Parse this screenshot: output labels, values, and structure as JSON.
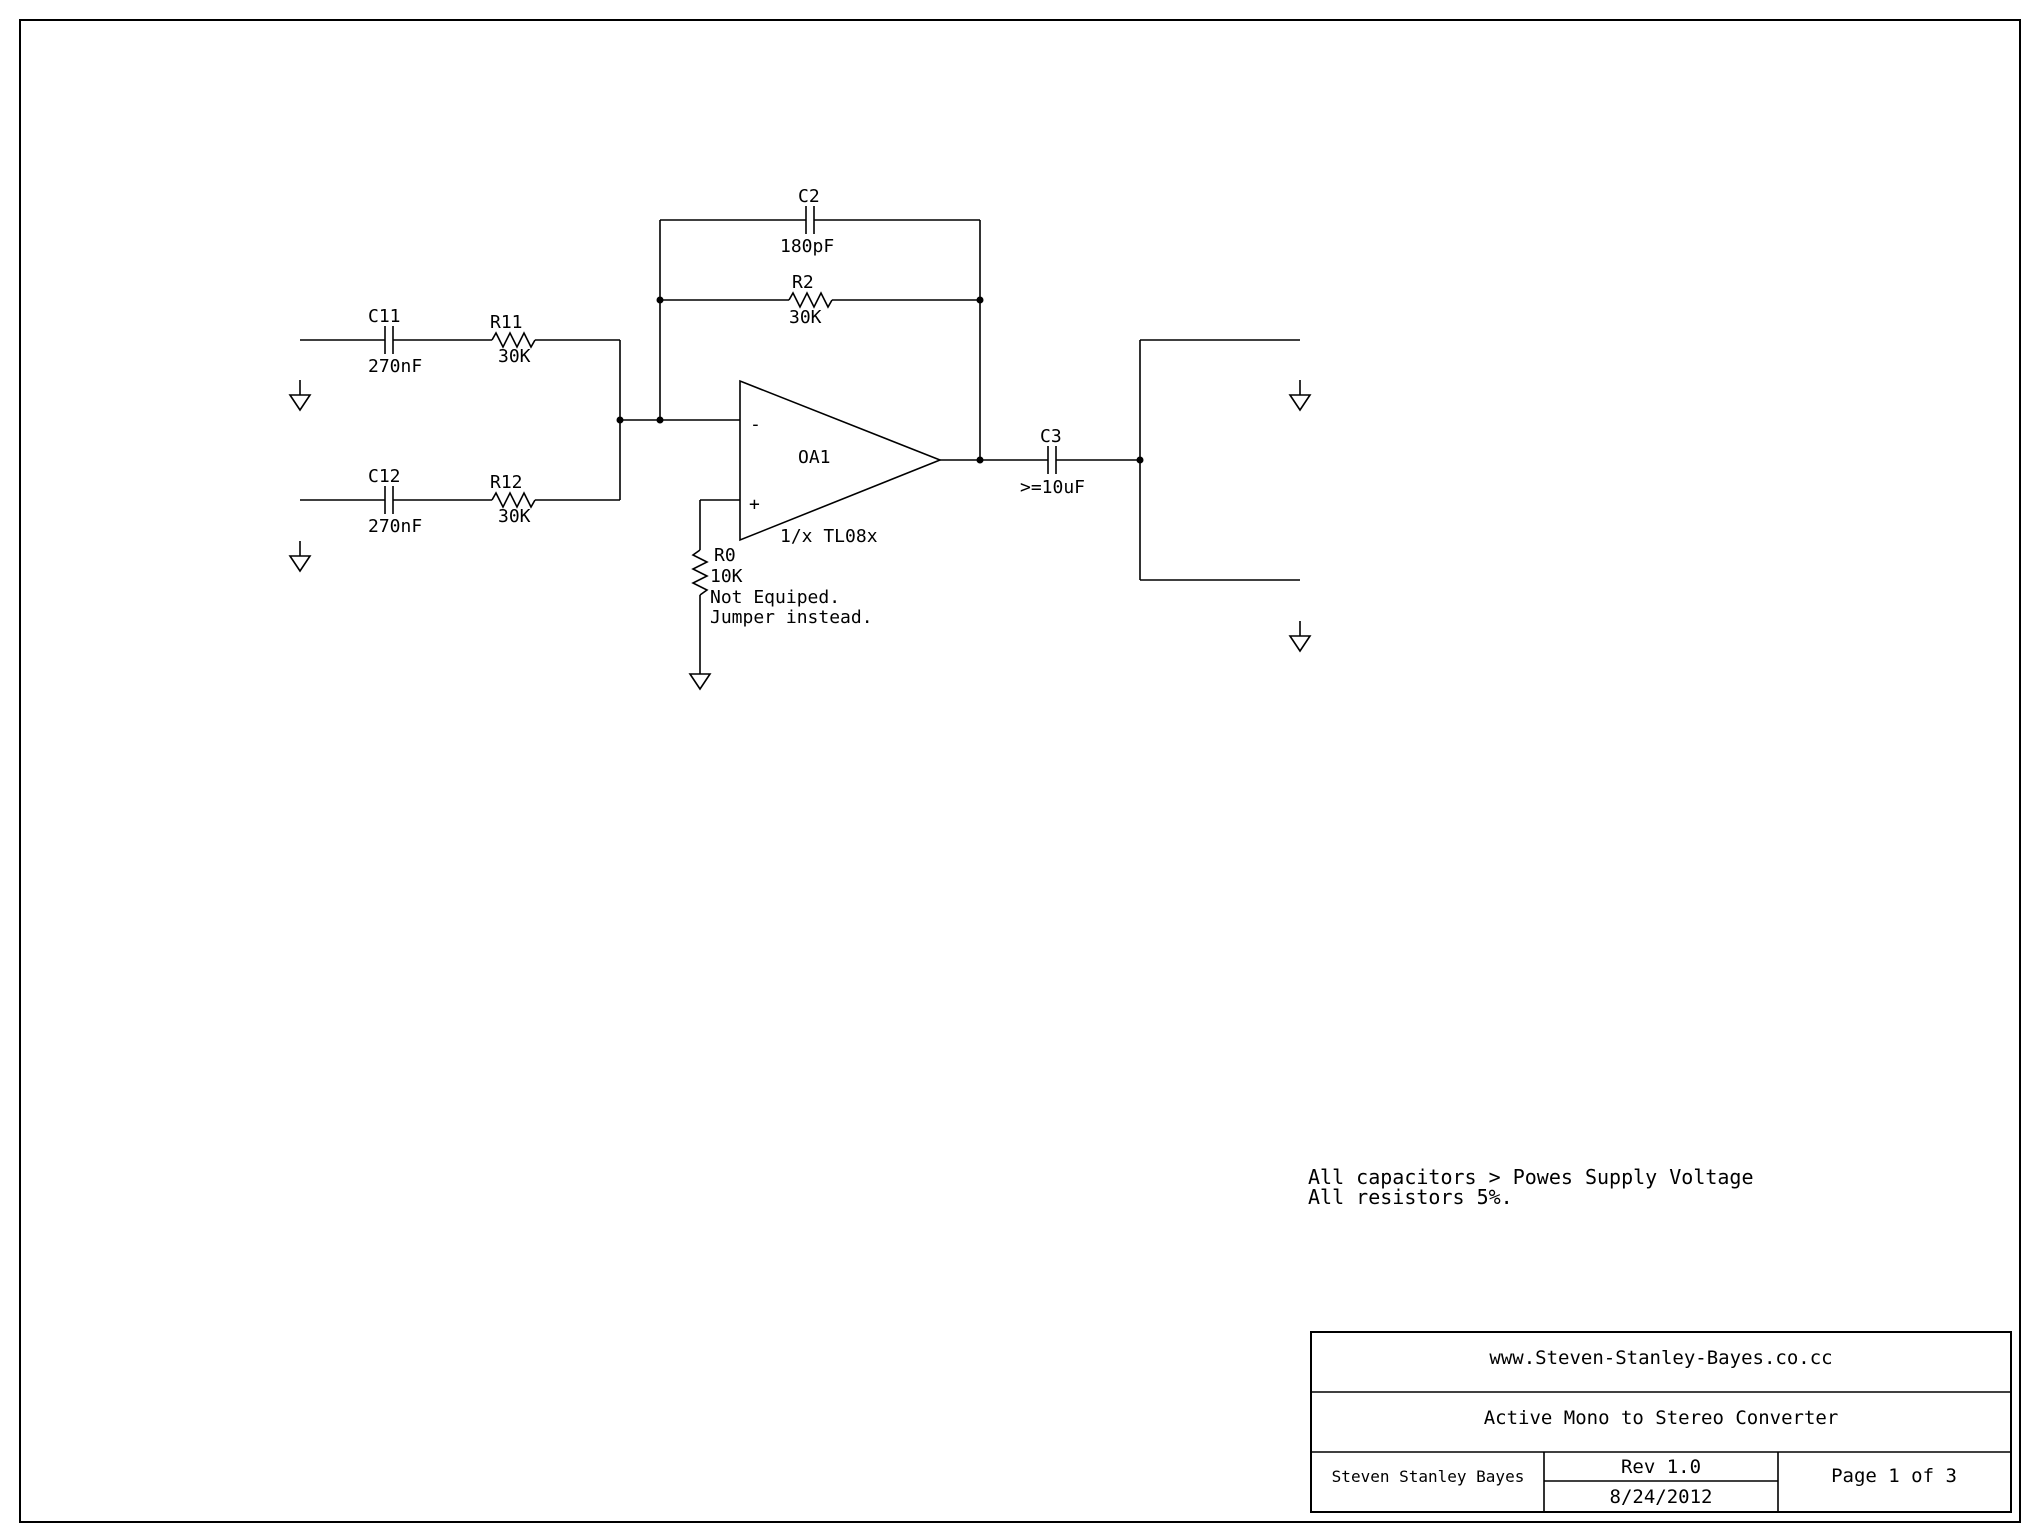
{
  "schematic": {
    "components": {
      "c11": {
        "ref": "C11",
        "value": "270nF"
      },
      "r11": {
        "ref": "R11",
        "value": "30K"
      },
      "c12": {
        "ref": "C12",
        "value": "270nF"
      },
      "r12": {
        "ref": "R12",
        "value": "30K"
      },
      "c2": {
        "ref": "C2",
        "value": "180pF"
      },
      "r2": {
        "ref": "R2",
        "value": "30K"
      },
      "oa1": {
        "ref": "OA1",
        "value": "1/x TL08x",
        "minus": "-",
        "plus": "+"
      },
      "r0": {
        "ref": "R0",
        "value": "10K",
        "note1": "Not Equiped.",
        "note2": "Jumper instead."
      },
      "c3": {
        "ref": "C3",
        "value": ">=10uF"
      }
    },
    "notes": [
      "All capacitors > Powes Supply Voltage",
      "All resistors 5%."
    ]
  },
  "title_block": {
    "website": "www.Steven-Stanley-Bayes.co.cc",
    "title": "Active Mono to Stereo Converter",
    "author": "Steven Stanley Bayes",
    "revision": "Rev 1.0",
    "date": "8/24/2012",
    "page": "Page 1 of 3"
  }
}
